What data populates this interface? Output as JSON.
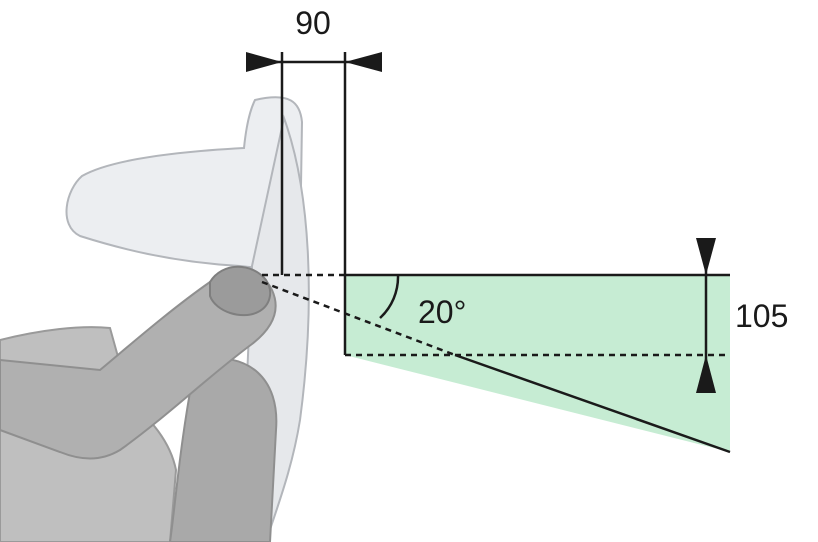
{
  "labels": {
    "width_dimension": "90",
    "height_dimension": "105",
    "angle": "20°"
  },
  "colors": {
    "zone_fill": "#c6ecd3",
    "line": "#1a1a1a",
    "body_gray": "#a9a9a9",
    "body_gray_dark": "#8f8f8f",
    "seat_light": "#eceef1",
    "outline": "#b3b6bb"
  }
}
